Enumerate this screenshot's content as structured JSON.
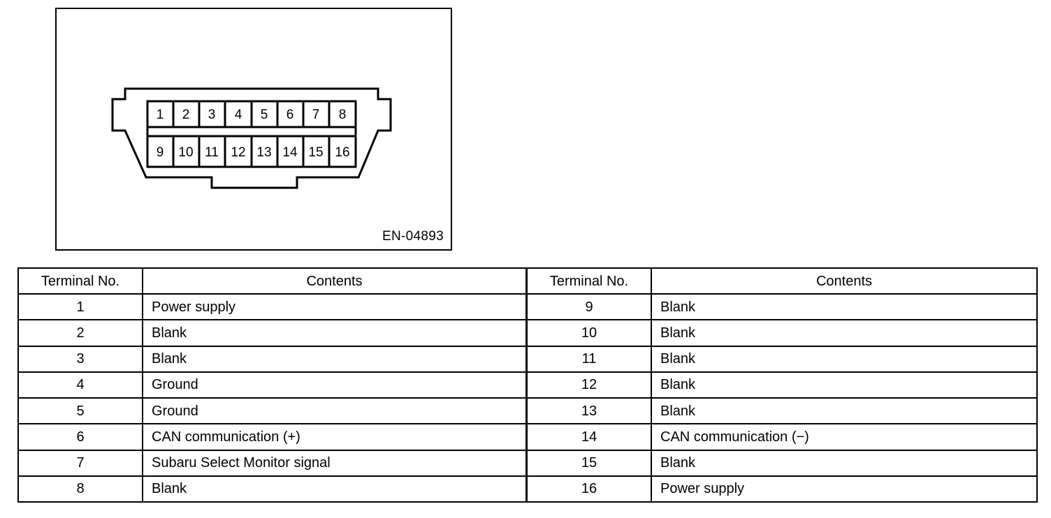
{
  "figure": {
    "code_label": "EN-04893",
    "connector_name": "data-link-connector",
    "pins_top": [
      "1",
      "2",
      "3",
      "4",
      "5",
      "6",
      "7",
      "8"
    ],
    "pins_bottom": [
      "9",
      "10",
      "11",
      "12",
      "13",
      "14",
      "15",
      "16"
    ],
    "colors": {
      "line": "#000000",
      "background": "#ffffff"
    }
  },
  "table": {
    "headers": {
      "terminal_no": "Terminal No.",
      "contents": "Contents"
    },
    "left_rows": [
      {
        "terminal": "1",
        "contents": "Power supply"
      },
      {
        "terminal": "2",
        "contents": "Blank"
      },
      {
        "terminal": "3",
        "contents": "Blank"
      },
      {
        "terminal": "4",
        "contents": "Ground"
      },
      {
        "terminal": "5",
        "contents": "Ground"
      },
      {
        "terminal": "6",
        "contents": "CAN communication (+)"
      },
      {
        "terminal": "7",
        "contents": "Subaru Select Monitor signal"
      },
      {
        "terminal": "8",
        "contents": "Blank"
      }
    ],
    "right_rows": [
      {
        "terminal": "9",
        "contents": "Blank"
      },
      {
        "terminal": "10",
        "contents": "Blank"
      },
      {
        "terminal": "11",
        "contents": "Blank"
      },
      {
        "terminal": "12",
        "contents": "Blank"
      },
      {
        "terminal": "13",
        "contents": "Blank"
      },
      {
        "terminal": "14",
        "contents": "CAN communication (−)"
      },
      {
        "terminal": "15",
        "contents": "Blank"
      },
      {
        "terminal": "16",
        "contents": "Power supply"
      }
    ]
  }
}
